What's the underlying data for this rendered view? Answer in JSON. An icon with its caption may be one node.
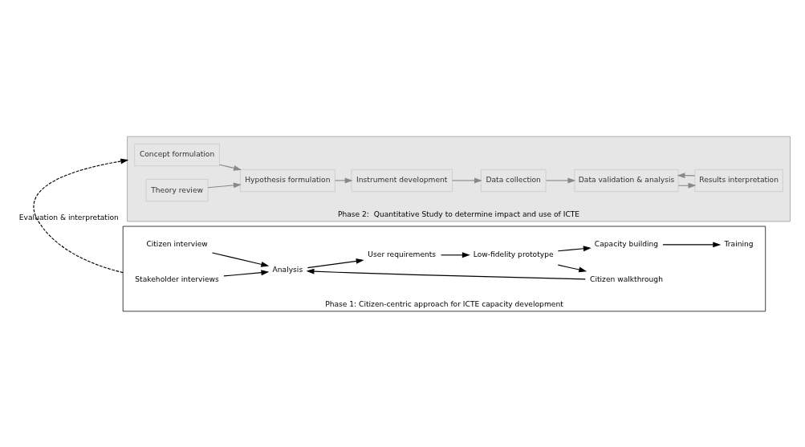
{
  "diagram": {
    "nodes": [
      {
        "text": [
          "Phase 1: Citizen-centric approach for ICTE capacity development"
        ]
      },
      {
        "text": [
          "Citizen interview"
        ],
        "in": 0
      },
      {
        "text": [
          "Citizen walkthrough"
        ],
        "in": 0
      },
      {
        "text": [
          "Analysis"
        ],
        "in": 0
      },
      {
        "text": [
          "User requirements"
        ],
        "in": 0
      },
      {
        "text": [
          "Low-fidelity prototype"
        ],
        "in": 0
      },
      {
        "text": [
          "Capacity building"
        ],
        "in": 0
      },
      {
        "text": [
          "Training"
        ],
        "in": 0
      },
      {
        "text": [
          "Stakeholder interviews"
        ],
        "in": 0
      },
      {
        "text": [
          "Phase 2:  Quantitative Study to determine impact and use of ICTE"
        ]
      },
      {
        "text": [
          "Concept formulation"
        ],
        "in": 9
      },
      {
        "text": [
          "Hypothesis formulation"
        ],
        "in": 9
      },
      {
        "text": [
          "Instrument development"
        ],
        "in": 9
      },
      {
        "text": [
          "Data collection"
        ],
        "in": 9
      },
      {
        "text": [
          "Data validation & analysis"
        ],
        "in": 9
      },
      {
        "text": [
          "Results interpretation"
        ],
        "in": 9
      },
      {
        "text": [
          "Theory review"
        ],
        "in": 9
      }
    ],
    "edges": [
      {
        "from": 1,
        "to": 3,
        "arrow": "to"
      },
      {
        "from": 8,
        "to": 3,
        "arrow": "to"
      },
      {
        "from": 3,
        "to": 4,
        "arrow": "to"
      },
      {
        "from": 4,
        "to": 5,
        "arrow": "to"
      },
      {
        "from": 5,
        "to": 2,
        "arrow": "to"
      },
      {
        "from": 2,
        "to": 3,
        "arrow": "to"
      },
      {
        "from": 5,
        "to": 6,
        "arrow": "to"
      },
      {
        "from": 6,
        "to": 7,
        "arrow": "to"
      },
      {
        "from": 0,
        "to": 9,
        "arrow": "to",
        "style": "dashed",
        "label": "Evaluation & interpretation"
      },
      {
        "from": 10,
        "to": 11,
        "arrow": "to",
        "color": "#888888"
      },
      {
        "from": 16,
        "to": 11,
        "arrow": "to",
        "color": "#888888"
      },
      {
        "from": 11,
        "to": 12,
        "arrow": "to",
        "color": "#888888"
      },
      {
        "from": 12,
        "to": 13,
        "arrow": "to",
        "color": "#888888"
      },
      {
        "from": 13,
        "to": 14,
        "arrow": "to",
        "color": "#888888"
      },
      {
        "from": 14,
        "to": 15,
        "arrow": "to",
        "color": "#888888"
      },
      {
        "from": 15,
        "to": 14,
        "arrow": "to",
        "color": "#888888"
      }
    ]
  }
}
